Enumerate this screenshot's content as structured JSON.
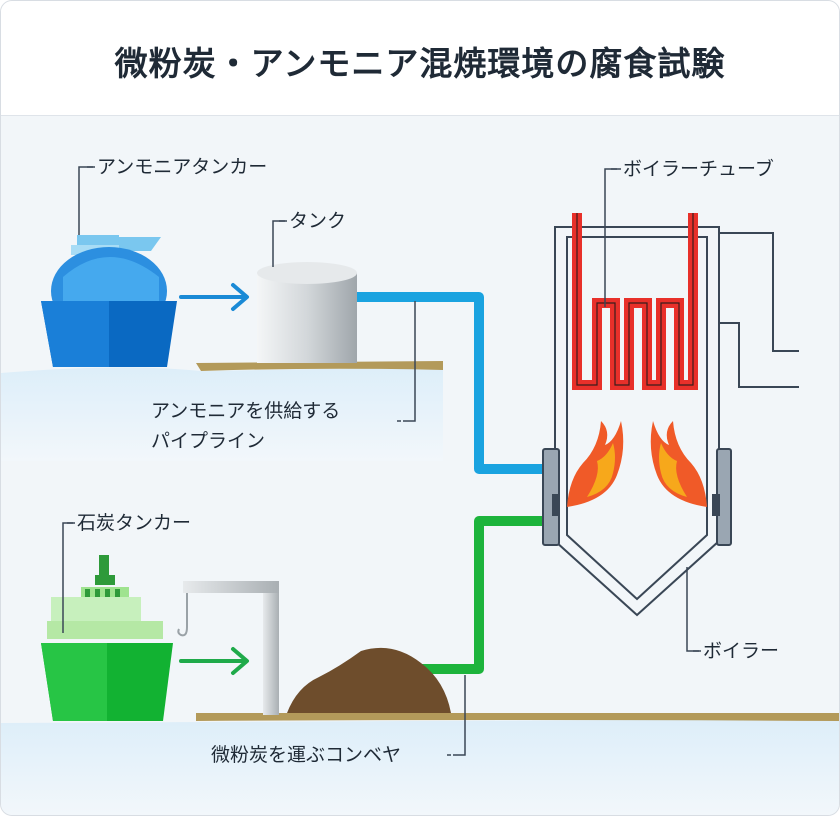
{
  "title": "微粉炭・アンモニア混焼環境の腐食試験",
  "labels": {
    "ammonia_tanker": "アンモニアタンカー",
    "tank": "タンク",
    "pipeline_line1": "アンモニアを供給する",
    "pipeline_line2": "パイプライン",
    "coal_tanker": "石炭タンカー",
    "conveyor": "微粉炭を運ぶコンベヤ",
    "boiler_tube": "ボイラーチューブ",
    "boiler": "ボイラー"
  },
  "colors": {
    "ammonia_pipe": "#1aa3e0",
    "coal_pipe": "#1db43c",
    "tube": "#e8302a",
    "ground": "#b39a5a",
    "coal_pile": "#6e4d2c"
  }
}
